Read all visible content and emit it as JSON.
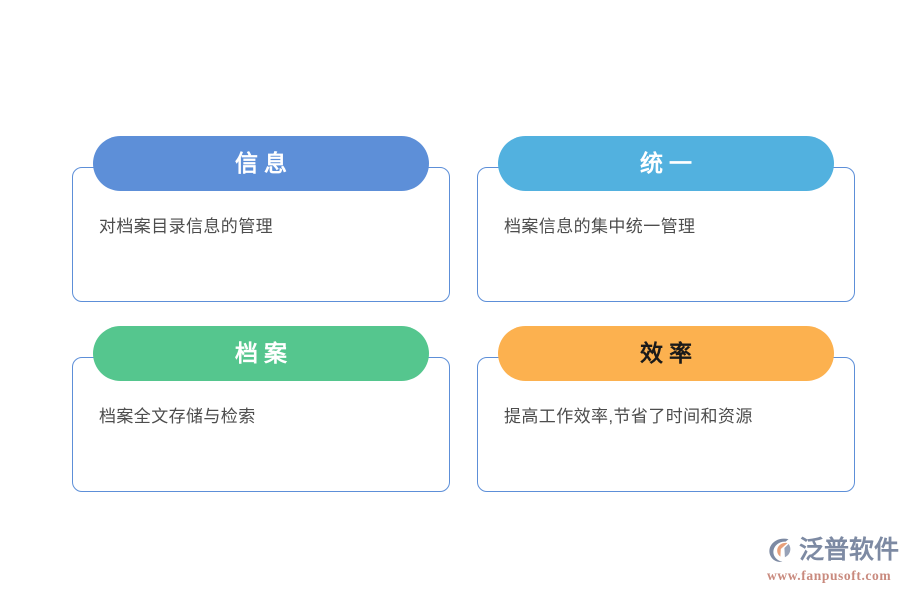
{
  "diagram": {
    "type": "four-quadrant-feature-cards",
    "background_color": "#ffffff",
    "card_border_color": "#5d8fd8",
    "body_text_color": "#4d4d4d",
    "cards": [
      {
        "title": "信息",
        "body": "对档案目录信息的管理",
        "pill_color": "#5d8fd8",
        "title_color": "#ffffff"
      },
      {
        "title": "统一",
        "body": "档案信息的集中统一管理",
        "pill_color": "#52b1df",
        "title_color": "#ffffff"
      },
      {
        "title": "档案",
        "body": "档案全文存储与检索",
        "pill_color": "#55c68e",
        "title_color": "#ffffff"
      },
      {
        "title": "效率",
        "body": "提高工作效率,节省了时间和资源",
        "pill_color": "#fcb14f",
        "title_color": "#1a1a1a"
      }
    ]
  },
  "brand": {
    "logo_icon": "fanpu-c-arc-logo-icon",
    "name": "泛普软件",
    "url": "www.fanpusoft.com",
    "name_color": "#7d8aa3",
    "url_color": "#c98a7e",
    "mark_color": "#7d8aa3",
    "mark_accent_color": "#e8a07a"
  }
}
